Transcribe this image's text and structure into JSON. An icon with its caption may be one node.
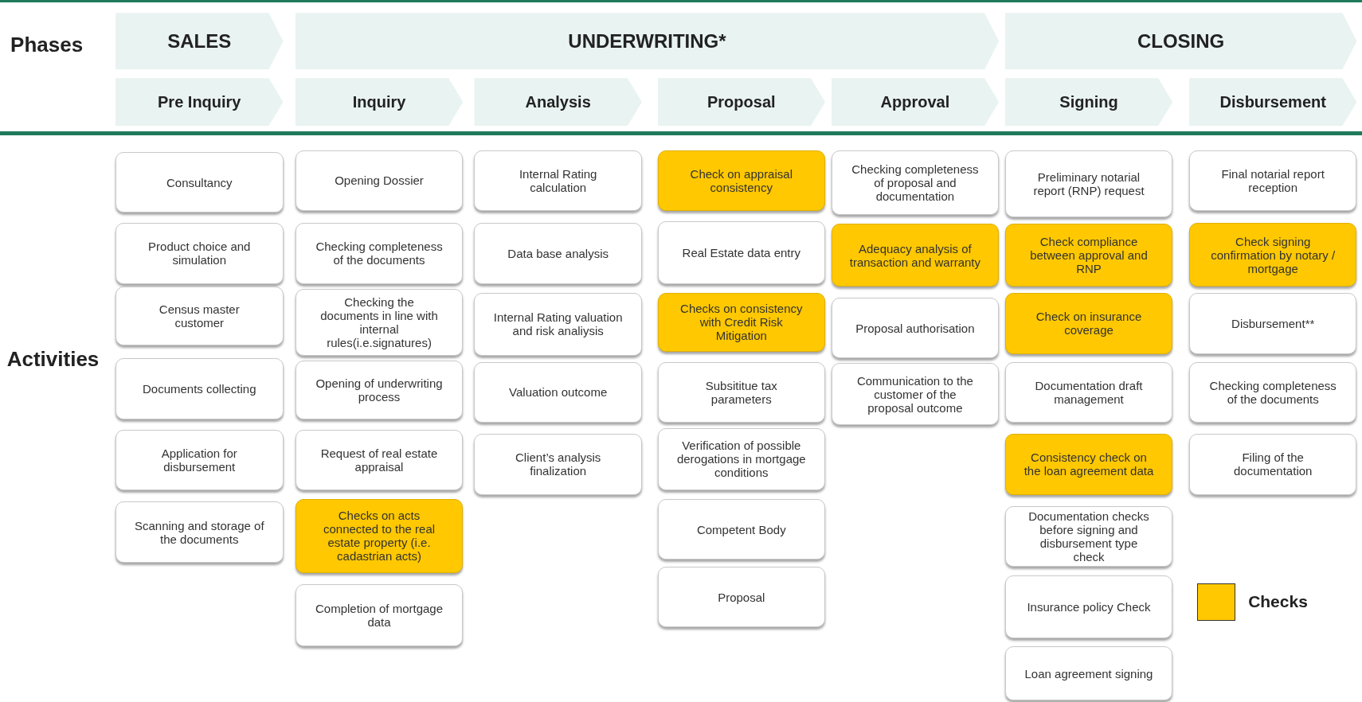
{
  "diagram": {
    "nodes": [
      {
        "text": [
          "SALES"
        ]
      },
      {
        "text": [
          "UNDERWRITING*"
        ]
      },
      {
        "text": [
          "CLOSING"
        ]
      },
      {
        "text": [
          "Pre Inquiry"
        ]
      },
      {
        "text": [
          "Inquiry"
        ]
      },
      {
        "text": [
          "Analysis"
        ]
      },
      {
        "text": [
          "Proposal"
        ]
      },
      {
        "text": [
          "Approval"
        ]
      },
      {
        "text": [
          "Signing"
        ]
      },
      {
        "text": [
          "Disbursement"
        ]
      },
      {
        "text": [
          "Consultancy"
        ]
      },
      {
        "text": [
          "Product choice and simulation"
        ]
      },
      {
        "text": [
          "Census master customer"
        ]
      },
      {
        "text": [
          "Documents collecting"
        ]
      },
      {
        "text": [
          "Application for disbursement"
        ]
      },
      {
        "text": [
          "Scanning and storage of the documents"
        ]
      },
      {
        "text": [
          "Opening Dossier"
        ]
      },
      {
        "text": [
          "Checking completeness of the documents"
        ]
      },
      {
        "text": [
          "Checking the documents in line with internal rules(i.e.signatures)"
        ]
      },
      {
        "text": [
          "Opening of underwriting process"
        ]
      },
      {
        "text": [
          "Request of real estate appraisal"
        ]
      },
      {
        "text": [
          "Checks on acts connected to the real estate property (i.e. cadastrian acts)"
        ]
      },
      {
        "text": [
          "Completion of mortgage data"
        ]
      },
      {
        "text": [
          "Internal Rating calculation"
        ]
      },
      {
        "text": [
          "Data base analysis"
        ]
      },
      {
        "text": [
          "Internal Rating valuation and risk analiysis"
        ]
      },
      {
        "text": [
          "Valuation outcome"
        ]
      },
      {
        "text": [
          "Client’s analysis finalization"
        ]
      },
      {
        "text": [
          "Check on appraisal consistency"
        ]
      },
      {
        "text": [
          "Real Estate data entry"
        ]
      },
      {
        "text": [
          "Checks on consistency with Credit Risk Mitigation"
        ]
      },
      {
        "text": [
          "Subsititue tax parameters"
        ]
      },
      {
        "text": [
          "Verification of possible derogations in mortgage conditions"
        ]
      },
      {
        "text": [
          "Competent Body"
        ]
      },
      {
        "text": [
          "Proposal"
        ]
      },
      {
        "text": [
          "Checking completeness of proposal and documentation"
        ]
      },
      {
        "text": [
          "Adequacy analysis of transaction and warranty"
        ]
      },
      {
        "text": [
          "Proposal authorisation"
        ]
      },
      {
        "text": [
          "Communication to the customer of the proposal outcome"
        ]
      },
      {
        "text": [
          "Preliminary notarial report (RNP) request"
        ]
      },
      {
        "text": [
          "Check compliance between approval and RNP"
        ]
      },
      {
        "text": [
          "Check on insurance coverage"
        ]
      },
      {
        "text": [
          "Documentation draft management"
        ]
      },
      {
        "text": [
          "Consistency check on the loan agreement data"
        ]
      },
      {
        "text": [
          "Documentation checks before signing and disbursement type check"
        ]
      },
      {
        "text": [
          "Insurance policy Check"
        ]
      },
      {
        "text": [
          "Loan agreement signing"
        ]
      },
      {
        "text": [
          "Final notarial report reception"
        ]
      },
      {
        "text": [
          "Check signing confirmation by notary / mortgage"
        ]
      },
      {
        "text": [
          "Disbursement**"
        ]
      },
      {
        "text": [
          "Checking completeness of the documents"
        ]
      },
      {
        "text": [
          "Filing of the documentation"
        ]
      }
    ],
    "labels": [
      "Phases",
      "Activities"
    ],
    "legend": [
      {
        "text": "Checks",
        "color": "#ffc800"
      }
    ]
  }
}
